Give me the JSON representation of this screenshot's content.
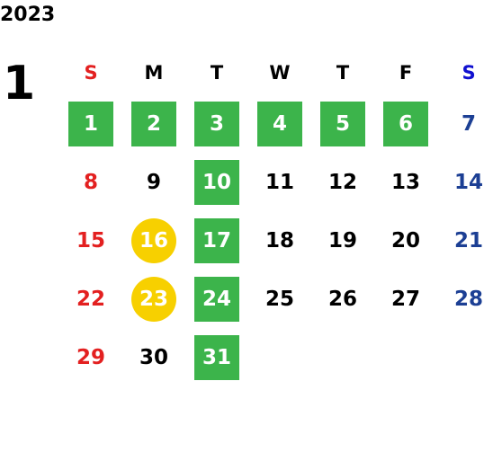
{
  "year": "2023",
  "month": "1",
  "weekdays": [
    {
      "label": "S",
      "kind": "sun"
    },
    {
      "label": "M",
      "kind": "wk"
    },
    {
      "label": "T",
      "kind": "wk"
    },
    {
      "label": "W",
      "kind": "wk"
    },
    {
      "label": "T",
      "kind": "wk"
    },
    {
      "label": "F",
      "kind": "wk"
    },
    {
      "label": "S",
      "kind": "sat"
    }
  ],
  "colors": {
    "sunday": "#e32020",
    "saturday": "#1c3f94",
    "closed_box": "#3cb44b",
    "special_circle": "#f7d000"
  },
  "start_weekday": 0,
  "days": [
    {
      "day": "1",
      "mark": "box"
    },
    {
      "day": "2",
      "mark": "box"
    },
    {
      "day": "3",
      "mark": "box"
    },
    {
      "day": "4",
      "mark": "box"
    },
    {
      "day": "5",
      "mark": "box"
    },
    {
      "day": "6",
      "mark": "box"
    },
    {
      "day": "7",
      "mark": ""
    },
    {
      "day": "8",
      "mark": ""
    },
    {
      "day": "9",
      "mark": ""
    },
    {
      "day": "10",
      "mark": "box"
    },
    {
      "day": "11",
      "mark": ""
    },
    {
      "day": "12",
      "mark": ""
    },
    {
      "day": "13",
      "mark": ""
    },
    {
      "day": "14",
      "mark": ""
    },
    {
      "day": "15",
      "mark": ""
    },
    {
      "day": "16",
      "mark": "circle"
    },
    {
      "day": "17",
      "mark": "box"
    },
    {
      "day": "18",
      "mark": ""
    },
    {
      "day": "19",
      "mark": ""
    },
    {
      "day": "20",
      "mark": ""
    },
    {
      "day": "21",
      "mark": ""
    },
    {
      "day": "22",
      "mark": ""
    },
    {
      "day": "23",
      "mark": "circle"
    },
    {
      "day": "24",
      "mark": "box"
    },
    {
      "day": "25",
      "mark": ""
    },
    {
      "day": "26",
      "mark": ""
    },
    {
      "day": "27",
      "mark": ""
    },
    {
      "day": "28",
      "mark": ""
    },
    {
      "day": "29",
      "mark": ""
    },
    {
      "day": "30",
      "mark": ""
    },
    {
      "day": "31",
      "mark": "box"
    }
  ]
}
